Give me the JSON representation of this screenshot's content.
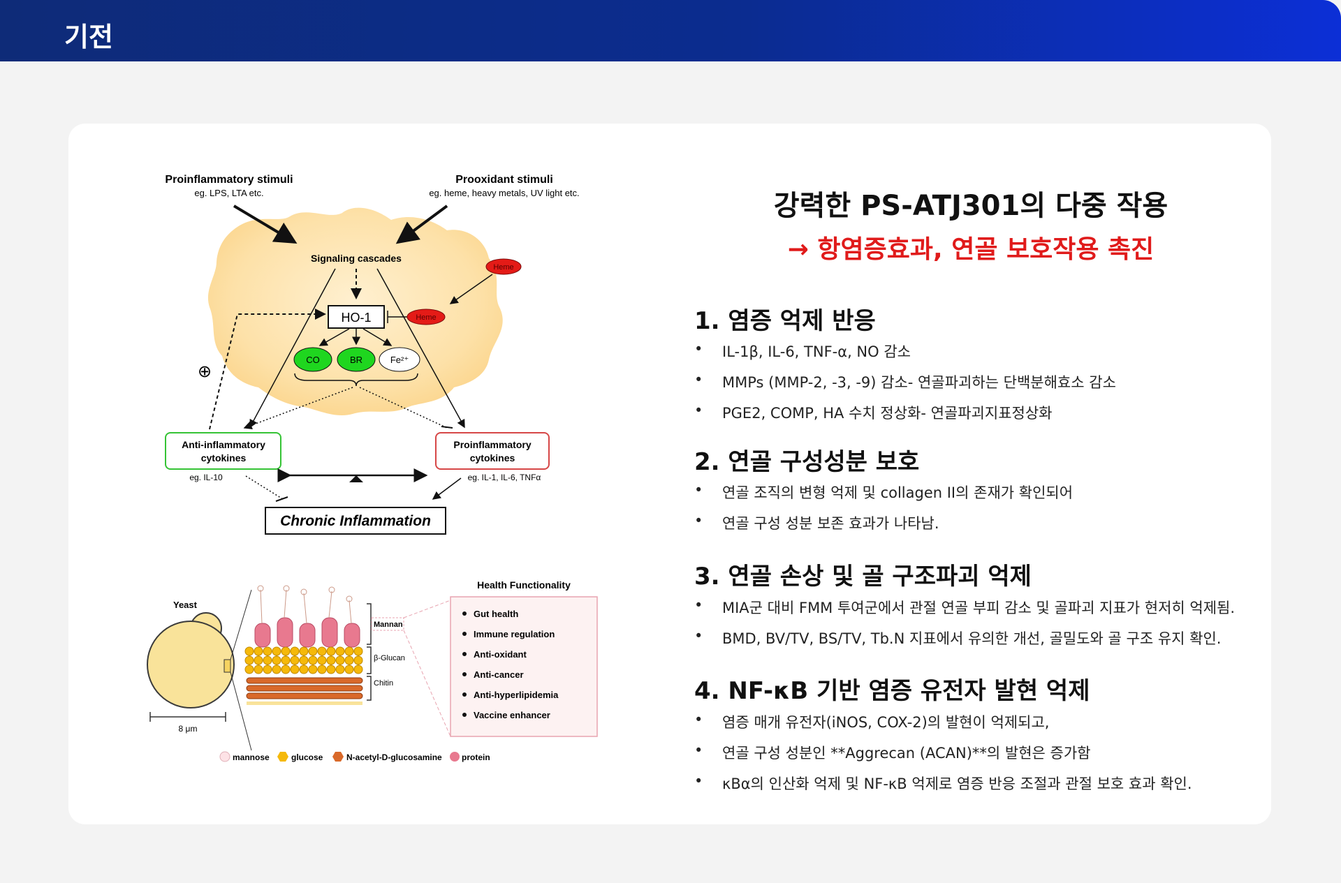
{
  "header": {
    "title": "기전"
  },
  "mechanism_diagram": {
    "proinflammatory_stimuli": "Proinflammatory stimuli",
    "proinflammatory_examples": "eg. LPS, LTA etc.",
    "prooxidant_stimuli": "Prooxidant stimuli",
    "prooxidant_examples": "eg. heme, heavy metals, UV light etc.",
    "signaling": "Signaling cascades",
    "heme_top": "Heme",
    "ho1": "HO-1",
    "heme_mid": "Heme",
    "co": "CO",
    "br": "BR",
    "fe": "Fe²⁺",
    "plus": "⊕",
    "anti_line1": "Anti-inflammatory",
    "anti_line2": "cytokines",
    "anti_example": "eg. IL-10",
    "pro_line1": "Proinflammatory",
    "pro_line2": "cytokines",
    "pro_example": "eg. IL-1, IL-6, TNFα",
    "chronic": "Chronic Inflammation"
  },
  "yeast_diagram": {
    "yeast": "Yeast",
    "scale": "8 μm",
    "mannan": "Mannan",
    "bglucan": "β-Glucan",
    "chitin": "Chitin",
    "health_title": "Health Functionality",
    "health_items": [
      "Gut health",
      "Immune regulation",
      "Anti-oxidant",
      "Anti-cancer",
      "Anti-hyperlipidemia",
      "Vaccine enhancer"
    ],
    "legend": [
      "mannose",
      "glucose",
      "N-acetyl-D-glucosamine",
      "protein"
    ],
    "colors": {
      "mannose": "#fde2e6",
      "glucose": "#f5b90a",
      "nacetyl": "#d9692a",
      "protein": "#e8798f"
    }
  },
  "headline": {
    "main": "강력한 PS-ATJ301의 다중 작용",
    "sub": "→ 항염증효과, 연골 보호작용 촉진",
    "sub_color": "#e01b1b"
  },
  "sections": [
    {
      "title": "1. 염증 억제 반응",
      "bullets": [
        "IL-1β, IL-6, TNF-α, NO 감소",
        "MMPs (MMP-2, -3, -9) 감소- 연골파괴하는 단백분해효소 감소",
        "PGE2, COMP, HA 수치 정상화- 연골파괴지표정상화"
      ]
    },
    {
      "title": "2. 연골 구성성분 보호",
      "bullets": [
        "연골 조직의 변형 억제 및 collagen II의 존재가 확인되어",
        "연골 구성 성분 보존 효과가 나타남."
      ]
    },
    {
      "title": "3. 연골 손상 및 골 구조파괴 억제",
      "bullets": [
        "MIA군 대비 FMM 투여군에서 관절 연골 부피 감소 및 골파괴 지표가 현저히 억제됨.",
        "BMD, BV/TV, BS/TV, Tb.N 지표에서 유의한 개선, 골밀도와 골 구조 유지 확인."
      ]
    },
    {
      "title": "4. NF-κB 기반 염증 유전자 발현 억제",
      "bullets": [
        "염증 매개 유전자(iNOS, COX-2)의 발현이 억제되고,",
        "연골 구성 성분인 **Aggrecan (ACAN)**의 발현은 증가함",
        "κBα의 인산화 억제 및 NF-κB 억제로 염증 반응 조절과 관절 보호 효과 확인."
      ]
    }
  ],
  "bullet_symbol": "•"
}
